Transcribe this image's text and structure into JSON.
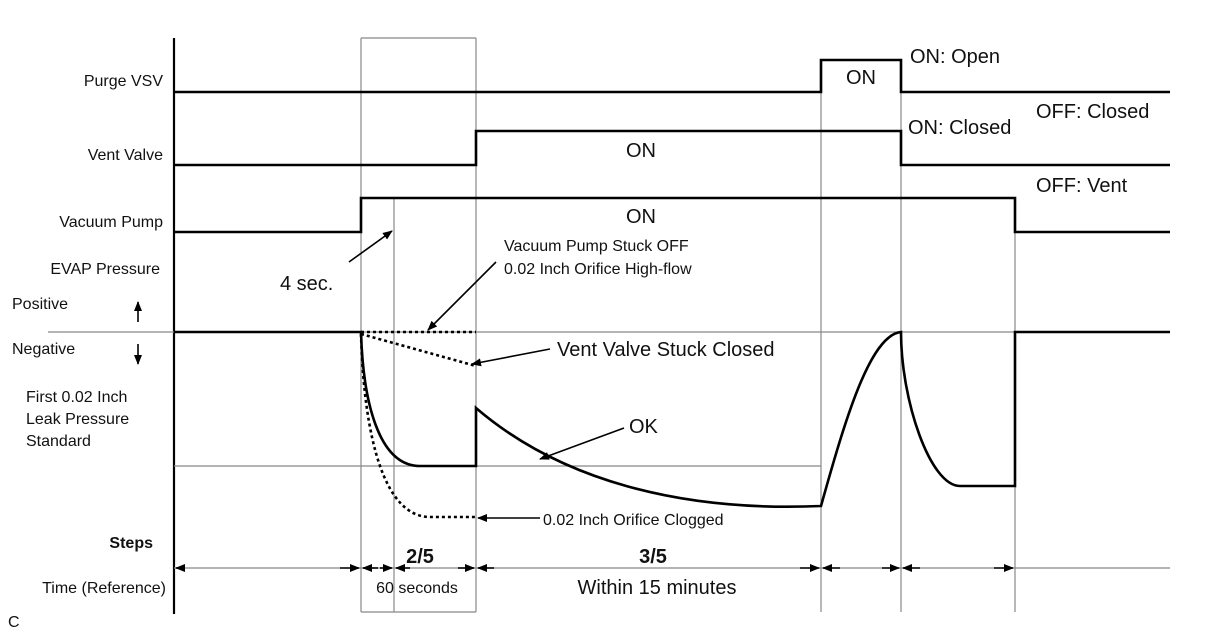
{
  "signals": {
    "purge_vsv": "Purge VSV",
    "vent_valve": "Vent Valve",
    "vacuum_pump": "Vacuum Pump",
    "evap_pressure": "EVAP Pressure",
    "positive": "Positive",
    "negative": "Negative",
    "leak_standard_1": "First 0.02 Inch",
    "leak_standard_2": "Leak Pressure",
    "leak_standard_3": "Standard",
    "steps": "Steps",
    "time_ref": "Time (Reference)"
  },
  "states": {
    "purge_on_box": "ON",
    "purge_on_desc": "ON: Open",
    "vent_on_box": "ON",
    "vent_on_desc": "ON: Closed",
    "vent_off_desc": "OFF: Closed",
    "pump_on_box": "ON",
    "pump_off_desc": "OFF: Vent"
  },
  "annotations": {
    "four_sec": "4 sec.",
    "stuck_off_1": "Vacuum Pump Stuck OFF",
    "stuck_off_2": "0.02 Inch Orifice High-flow",
    "vent_stuck": "Vent Valve Stuck Closed",
    "ok": "OK",
    "clogged": "0.02 Inch Orifice Clogged"
  },
  "steps": {
    "step_2": "2/5",
    "step_3": "3/5"
  },
  "timing": {
    "sixty": "60 seconds",
    "within": "Within 15 minutes"
  },
  "corner_label": "C"
}
